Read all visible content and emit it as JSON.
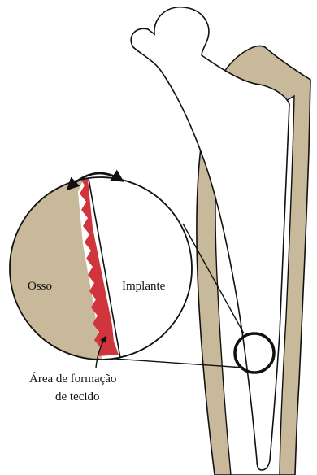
{
  "labels": {
    "bone": "Osso",
    "implant": "Implante",
    "tissue_line1": "Área de formação",
    "tissue_line2": "de tecido"
  },
  "colors": {
    "bone": "#c9b99b",
    "implant": "#ffffff",
    "tissue": "#d0343c",
    "outline": "#111111"
  },
  "icons": {
    "motion": "double-headed-curved-arrow",
    "pointer": "curved-leader-arrow"
  }
}
